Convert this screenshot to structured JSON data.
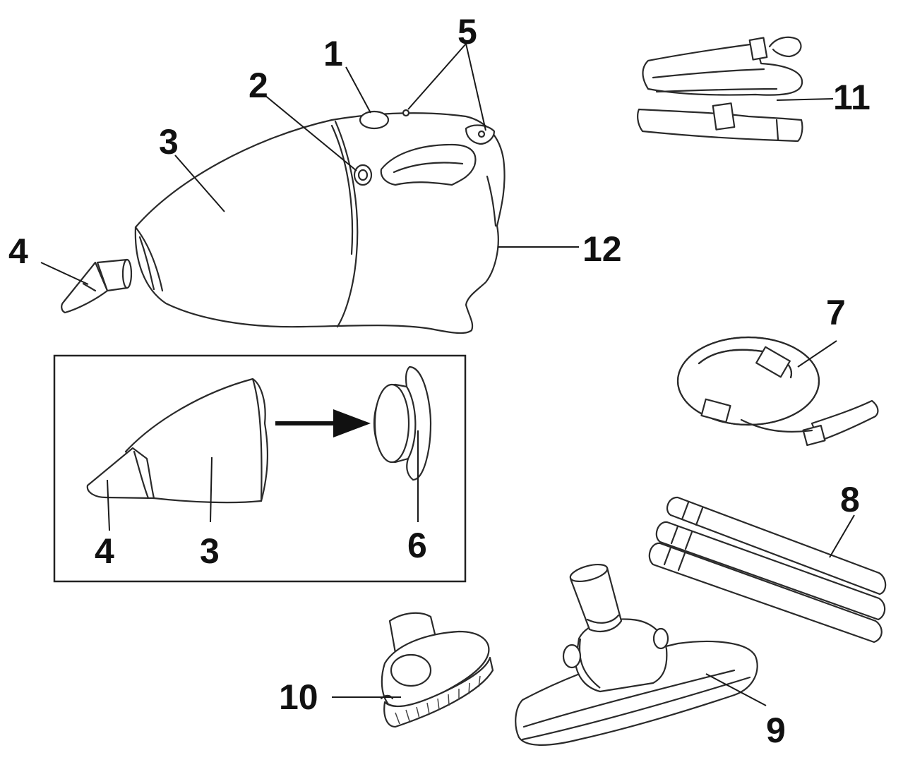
{
  "callouts": {
    "n1": "1",
    "n2": "2",
    "n3": "3",
    "n4": "4",
    "n5": "5",
    "n6": "6",
    "n7": "7",
    "n8": "8",
    "n9": "9",
    "n10": "10",
    "n11": "11",
    "n12": "12",
    "inset_n3": "3",
    "inset_n4": "4",
    "inset_n6": "6"
  },
  "colors": {
    "line": "#2a2a2a",
    "text": "#111111",
    "background": "#ffffff"
  }
}
